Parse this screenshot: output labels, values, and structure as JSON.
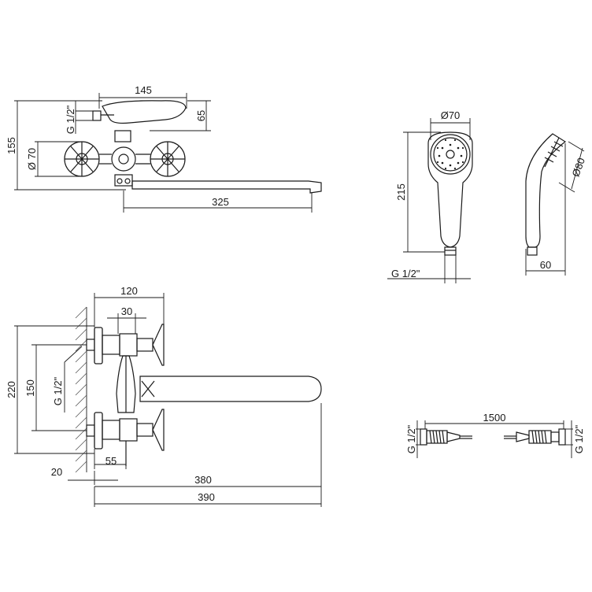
{
  "labels": {
    "top_width_145": "145",
    "top_thread": "G 1/2\"",
    "top_height_65": "65",
    "top_height_155": "155",
    "top_diam_70": "Ø 70",
    "top_spout_325": "325",
    "shower_diam_70": "Ø70",
    "shower_length_215": "215",
    "shower_thread": "G 1/2\"",
    "shower_side_80": "Ø80",
    "shower_side_60": "60",
    "front_120": "120",
    "front_30": "30",
    "front_220": "220",
    "front_150": "150",
    "front_thread": "G 1/2\"",
    "front_55": "55",
    "front_20": "20",
    "front_380": "380",
    "front_390": "390",
    "hose_1500": "1500",
    "hose_thread_left": "G 1/2\"",
    "hose_thread_right": "G 1/2\""
  }
}
